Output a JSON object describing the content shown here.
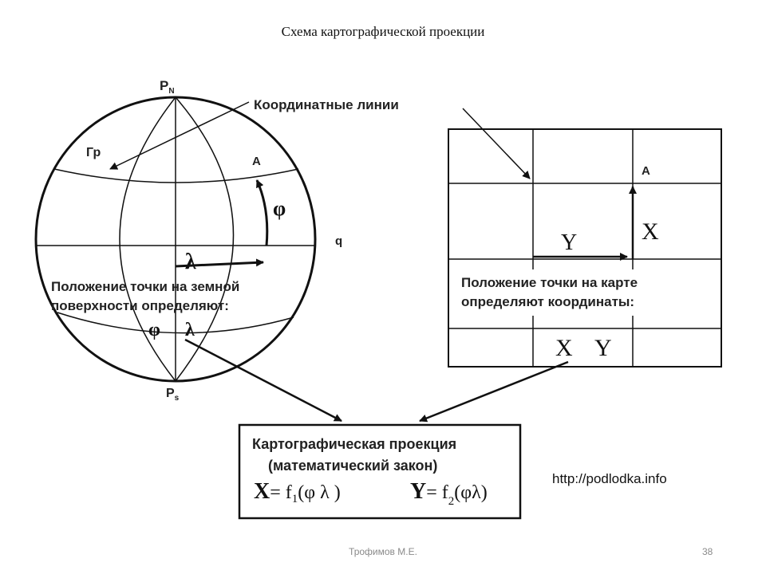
{
  "slide": {
    "title": "Схема картографической проекции",
    "footer_author": "Трофимов М.Е.",
    "page_number": "38"
  },
  "globe": {
    "north_pole": "P",
    "north_sub": "N",
    "south_pole": "P",
    "south_sub": "s",
    "meridian_label": "Гр",
    "point": "A",
    "phi": "φ",
    "lambda": "λ",
    "q": "q",
    "caption_line1": "Положение точки на земной",
    "caption_line2": "поверхности определяют:",
    "coord_phi": "φ",
    "coord_lambda": "λ"
  },
  "callout": {
    "coord_lines": "Координатные линии"
  },
  "map": {
    "point": "A",
    "x_label": "X",
    "y_label": "Y",
    "caption_line1": "Положение точки на карте",
    "caption_line2": "определяют координаты:",
    "coord_x": "X",
    "coord_y": "Y"
  },
  "projection_box": {
    "title": "Картографическая проекция",
    "subtitle": "(математический закон)",
    "formula_x_var": "X",
    "formula_x_eq": "= f",
    "formula_x_sub": "1",
    "formula_x_args": "(φ λ )",
    "formula_y_var": "Y",
    "formula_y_eq": "= f",
    "formula_y_sub": "2",
    "formula_y_args": "(φλ)"
  },
  "source_url": "http://podlodka.info"
}
